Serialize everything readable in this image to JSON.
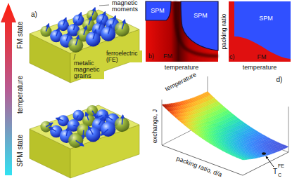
{
  "diagram": {
    "labels": [
      "a)",
      "FM state",
      "temperature",
      "SPM state",
      "magnetic moments",
      "metalic magnetic grains",
      "ferroelectric (FE)",
      "SPM",
      "SPM",
      "b)",
      "FM",
      "temperature",
      "packing ratio",
      "SPM",
      "c)",
      "FM",
      "temperature",
      "d)",
      "exchange, J",
      "temperature",
      "packing ratio, d/a",
      "T",
      "C",
      "FE"
    ]
  }
}
